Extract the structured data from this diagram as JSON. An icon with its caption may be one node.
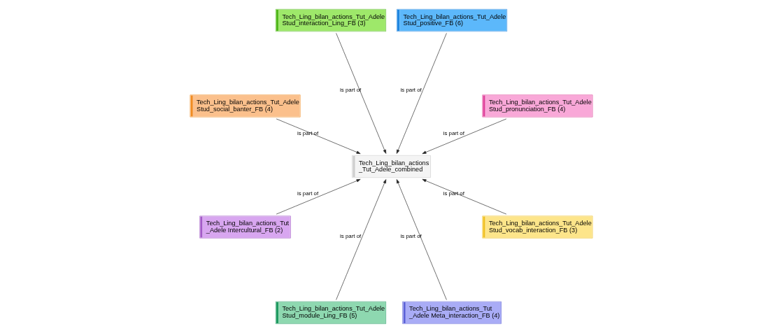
{
  "diagram": {
    "nodes": [
      {
        "text": [
          "Tech_Ling_bilan_actions_Tut_Adele Stud_pronunciation_FB (4)"
        ]
      },
      {
        "text": [
          "Tech_Ling_bilan_actions_Tut_Adele Stud_positive_FB (6)"
        ]
      },
      {
        "text": [
          "Tech_Ling_bilan_actions_Tut_Adele Stud_interaction_Ling_FB (3)"
        ]
      },
      {
        "text": [
          "Tech_Ling_bilan_actions_Tut_Adele Stud_social_banter_FB (4)"
        ]
      },
      {
        "text": [
          "Tech_Ling_bilan_actions _Tut_Adele_combined"
        ]
      },
      {
        "text": [
          "Tech_Ling_bilan_actions_Tut _Adele Intercultural_FB (2)"
        ]
      },
      {
        "text": [
          "Tech_Ling_bilan_actions_Tut_Adele Stud_module_Ling_FB (5)"
        ]
      },
      {
        "text": [
          "Tech_Ling_bilan_actions_Tut _Adele Meta_interaction_FB (4)"
        ]
      },
      {
        "text": [
          "Tech_Ling_bilan_actions_Tut_Adele Stud_vocab_interaction_FB (3)"
        ]
      }
    ],
    "edges": [
      {
        "from": 0,
        "to": 4,
        "arrow": "to",
        "label": "is part of"
      },
      {
        "from": 1,
        "to": 4,
        "arrow": "to",
        "label": "is part of"
      },
      {
        "from": 2,
        "to": 4,
        "arrow": "to",
        "label": "is part of"
      },
      {
        "from": 3,
        "to": 4,
        "arrow": "to",
        "label": "is part of"
      },
      {
        "from": 5,
        "to": 4,
        "arrow": "to",
        "label": "is part of"
      },
      {
        "from": 6,
        "to": 4,
        "arrow": "to",
        "label": "is part of"
      },
      {
        "from": 7,
        "to": 4,
        "arrow": "to",
        "label": "is part of"
      },
      {
        "from": 8,
        "to": 4,
        "arrow": "to",
        "label": "is part of"
      }
    ]
  }
}
